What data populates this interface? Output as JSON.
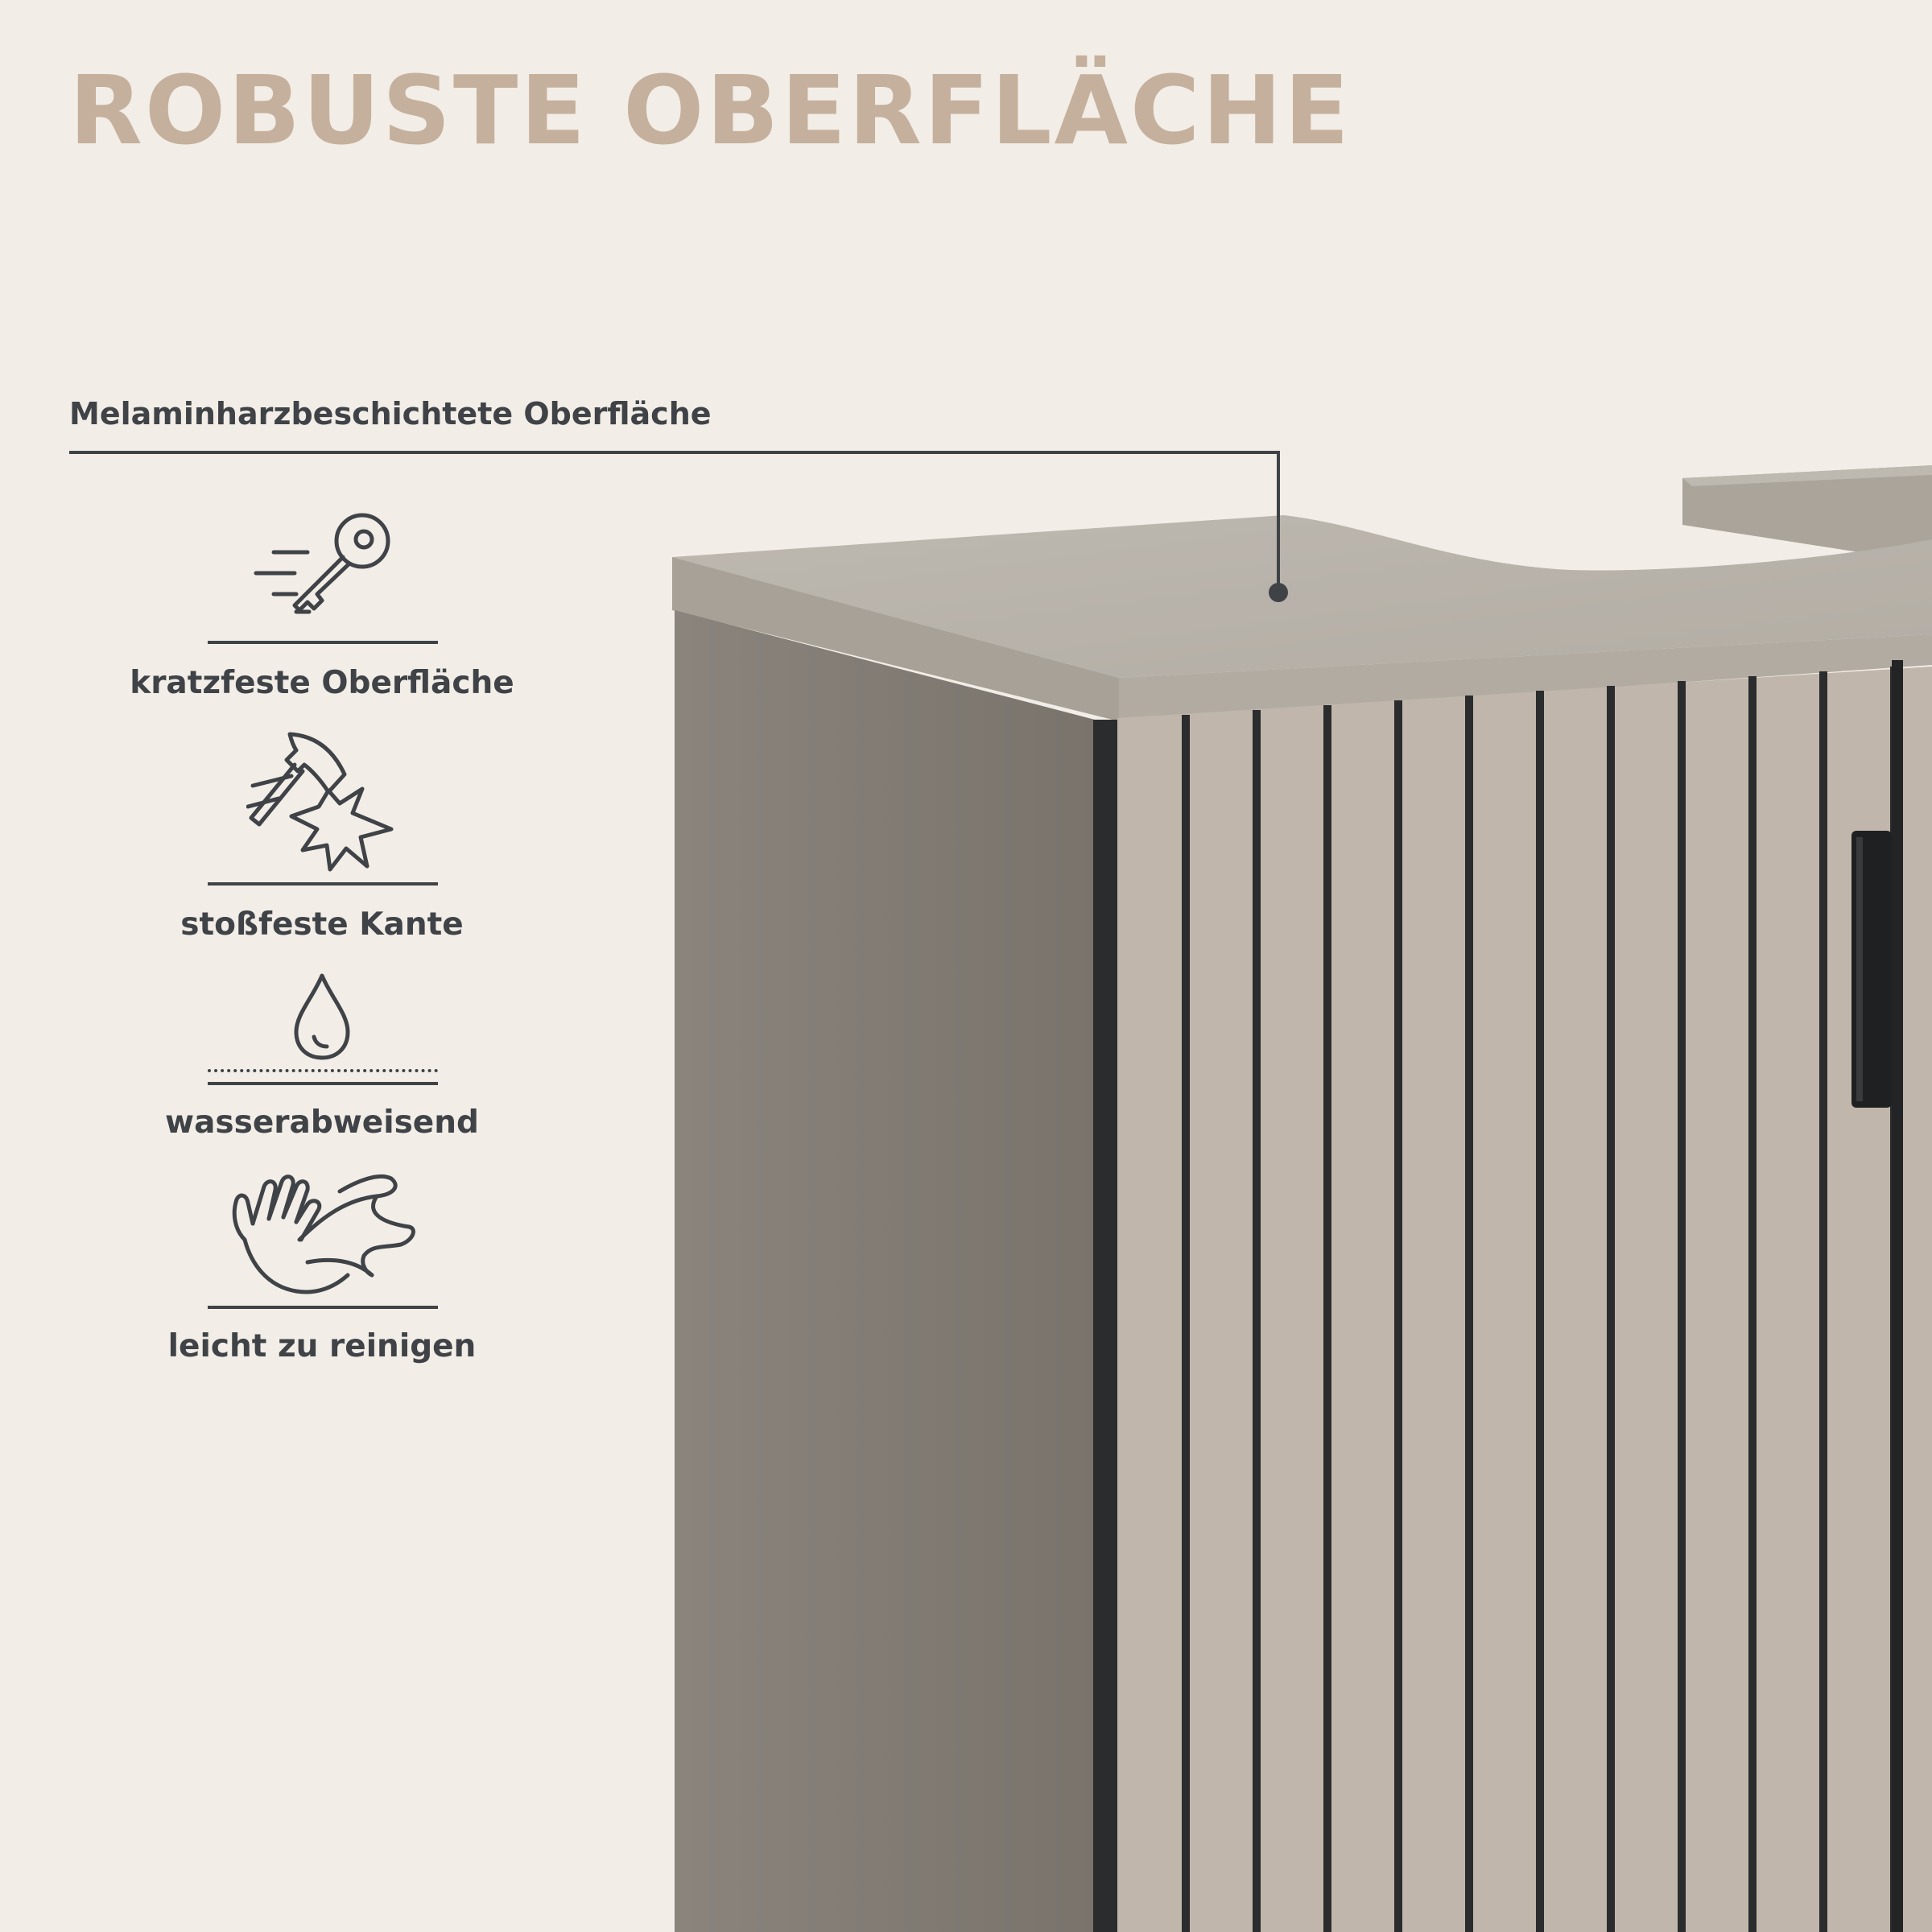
{
  "headline": "ROBUSTE OBERFLÄCHE",
  "callout": {
    "label": "Melaminharzbeschichtete Oberfläche"
  },
  "features": [
    {
      "label": "kratzfeste Oberfläche",
      "icon": "key-icon"
    },
    {
      "label": "stoßfeste Kante",
      "icon": "hammer-impact-icon"
    },
    {
      "label": "wasserabweisend",
      "icon": "water-drop-icon"
    },
    {
      "label": "leicht zu reinigen",
      "icon": "hand-cloth-icon"
    }
  ],
  "colors": {
    "background": "#f2ede6",
    "headline": "#c4b09c",
    "text": "#3f4347",
    "cabinet_top": "#b9b3aa",
    "cabinet_side": "#817b74",
    "door": "#c0b6ab",
    "groove": "#2b2c2d"
  }
}
